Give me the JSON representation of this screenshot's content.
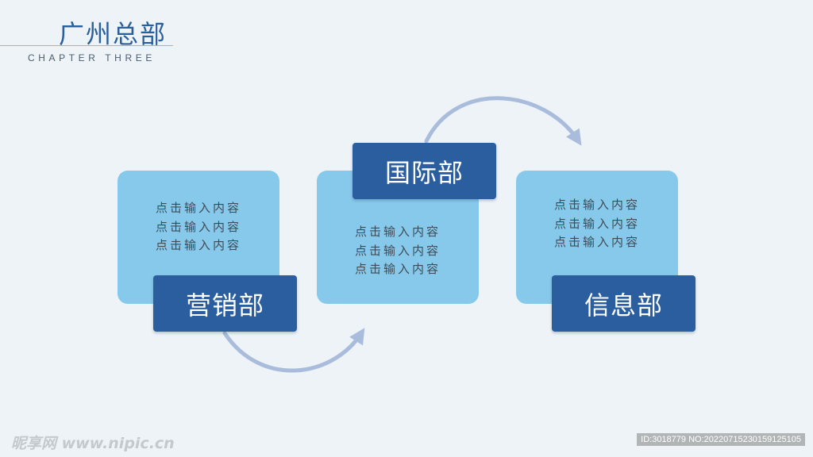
{
  "header": {
    "title": "广州总部",
    "subtitle": "CHAPTER THREE"
  },
  "colors": {
    "background": "#eef3f7",
    "card_fill": "#87c9ea",
    "label_fill": "#2a5e9e",
    "arrow": "#a9bcdc"
  },
  "departments": [
    {
      "name": "营销部",
      "lines": [
        "点击输入内容",
        "点击输入内容",
        "点击输入内容"
      ]
    },
    {
      "name": "国际部",
      "lines": [
        "点击输入内容",
        "点击输入内容",
        "点击输入内容"
      ]
    },
    {
      "name": "信息部",
      "lines": [
        "点击输入内容",
        "点击输入内容",
        "点击输入内容"
      ]
    }
  ],
  "watermark": {
    "left": "昵享网 www.nipic.cn",
    "right": "ID:3018779 NO:20220715230159125105"
  }
}
